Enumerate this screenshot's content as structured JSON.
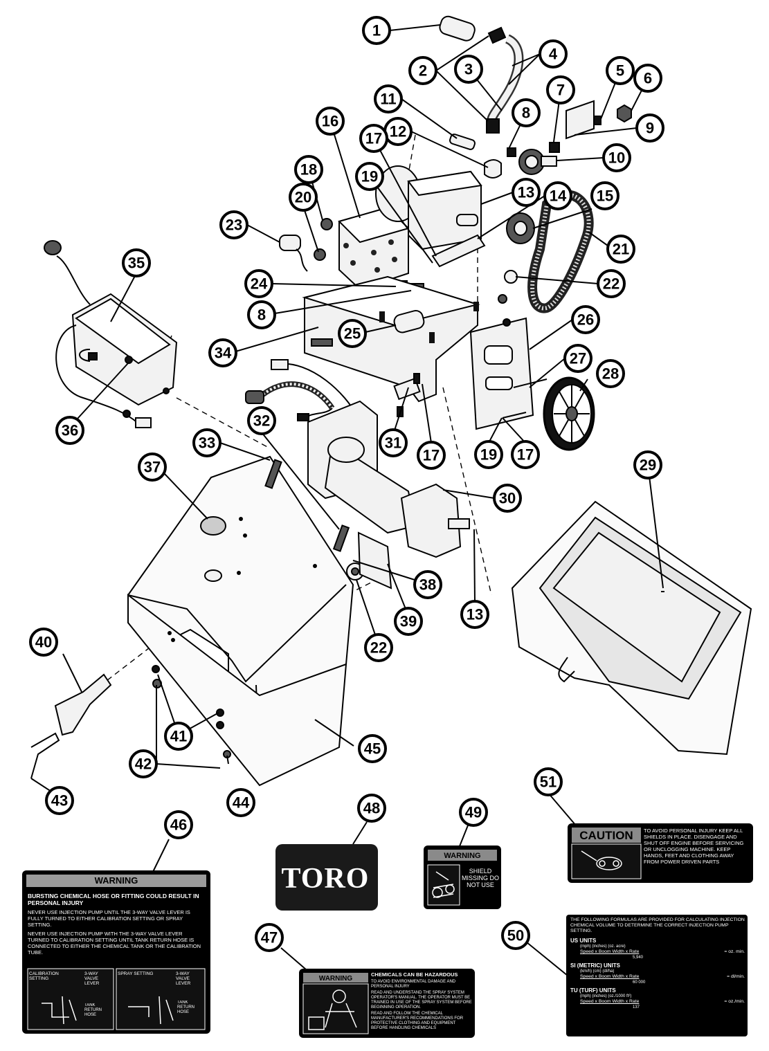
{
  "callouts": [
    {
      "n": "1"
    },
    {
      "n": "2"
    },
    {
      "n": "3"
    },
    {
      "n": "4"
    },
    {
      "n": "5"
    },
    {
      "n": "6"
    },
    {
      "n": "7"
    },
    {
      "n": "8"
    },
    {
      "n": "9"
    },
    {
      "n": "10"
    },
    {
      "n": "11"
    },
    {
      "n": "12"
    },
    {
      "n": "13"
    },
    {
      "n": "14"
    },
    {
      "n": "15"
    },
    {
      "n": "16"
    },
    {
      "n": "17"
    },
    {
      "n": "18"
    },
    {
      "n": "19"
    },
    {
      "n": "20"
    },
    {
      "n": "21"
    },
    {
      "n": "22"
    },
    {
      "n": "23"
    },
    {
      "n": "24"
    },
    {
      "n": "8"
    },
    {
      "n": "25"
    },
    {
      "n": "26"
    },
    {
      "n": "27"
    },
    {
      "n": "28"
    },
    {
      "n": "34"
    },
    {
      "n": "35"
    },
    {
      "n": "36"
    },
    {
      "n": "31"
    },
    {
      "n": "17"
    },
    {
      "n": "19"
    },
    {
      "n": "17"
    },
    {
      "n": "33"
    },
    {
      "n": "32"
    },
    {
      "n": "29"
    },
    {
      "n": "37"
    },
    {
      "n": "30"
    },
    {
      "n": "38"
    },
    {
      "n": "39"
    },
    {
      "n": "13"
    },
    {
      "n": "22"
    },
    {
      "n": "40"
    },
    {
      "n": "41"
    },
    {
      "n": "42"
    },
    {
      "n": "45"
    },
    {
      "n": "43"
    },
    {
      "n": "44"
    },
    {
      "n": "46"
    },
    {
      "n": "48"
    },
    {
      "n": "49"
    },
    {
      "n": "51"
    },
    {
      "n": "47"
    },
    {
      "n": "50"
    }
  ],
  "decals": {
    "d46": {
      "header": "WARNING",
      "title": "BURSTING CHEMICAL HOSE OR FITTING COULD RESULT IN PERSONAL INJURY",
      "p1": "NEVER USE INJECTION PUMP UNTIL THE 3-WAY VALVE LEVER IS FULLY TURNED TO EITHER CALIBRATION SETTING OR SPRAY SETTING.",
      "p2": "NEVER USE INJECTION PUMP WITH THE 3-WAY VALVE LEVER TURNED TO CALIBRATION SETTING UNTIL TANK RETURN HOSE IS CONNECTED TO EITHER THE CHEMICAL TANK OR THE CALIBRATION TUBE.",
      "cal_setting": "CALIBRATION SETTING",
      "valve_lever": "3-WAY VALVE LEVER",
      "tank_return_hose": "TANK RETURN HOSE",
      "spray_setting": "SPRAY SETTING"
    },
    "d48": {
      "logo": "TORO"
    },
    "d49": {
      "header": "WARNING",
      "text": "SHIELD MISSING DO NOT USE"
    },
    "d51": {
      "header": "CAUTION",
      "text": "TO AVOID PERSONAL INJURY KEEP ALL SHIELDS IN PLACE. DISENGAGE AND SHUT OFF ENGINE BEFORE SERVICING OR UNCLOGGING MACHINE. KEEP HANDS, FEET AND CLOTHING AWAY FROM POWER DRIVEN PARTS"
    },
    "d47": {
      "header": "WARNING",
      "title": "CHEMICALS CAN BE HAZARDOUS",
      "intro": "TO AVOID ENVIRONMENTAL DAMAGE AND PERSONAL INJURY",
      "b1": "READ AND UNDERSTAND THE SPRAY SYSTEM OPERATOR'S MANUAL. THE OPERATOR MUST BE TRAINED IN USE OF THE SPRAY SYSTEM BEFORE BEGINNING OPERATION.",
      "b2": "READ AND FOLLOW THE CHEMICAL MANUFACTURER'S RECOMMENDATIONS FOR PROTECTIVE CLOTHING AND EQUIPMENT BEFORE HANDLING CHEMICALS"
    },
    "d50": {
      "intro": "THE FOLLOWING FORMULAS ARE PROVIDED FOR CALCULATING INJECTION CHEMICAL VOLUME TO DETERMINE THE CORRECT INJECTION PUMP SETTING.",
      "us_title": "US UNITS",
      "us_units": "(mph)          (inches)          (oz. acre)",
      "us_formula": "Speed   x   Boom Width   x   Rate",
      "us_div": "5,940",
      "us_result": "=   oz. min.",
      "si_title": "SI (METRIC) UNITS",
      "si_units": "(km/h)          (cm)          (dl/ha)",
      "si_formula": "Speed   x   Boom Width   x   Rate",
      "si_div": "60 000",
      "si_result": "=   dl/min.",
      "tu_title": "TU (TURF) UNITS",
      "tu_units": "(mph)          (inches)          (oz./1000 ft²)",
      "tu_formula": "Speed   x   Boom Width   x   Rate",
      "tu_div": "137",
      "tu_result": "=   oz./min."
    }
  }
}
